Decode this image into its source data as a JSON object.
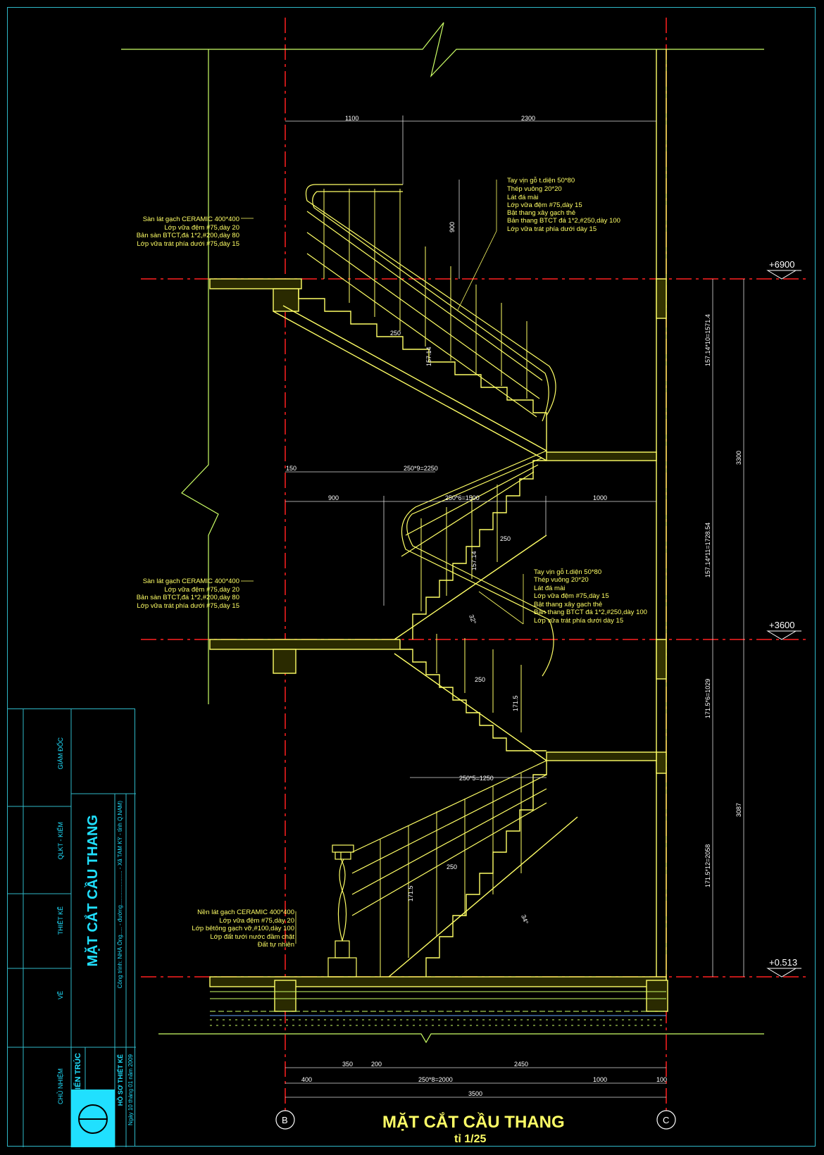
{
  "drawing": {
    "title": "MẶT CẮT CẦU THANG",
    "scale": "tỉ 1/25",
    "grid_left": "B",
    "grid_right": "C"
  },
  "levels": {
    "top": "+6900",
    "mid": "+3600",
    "base": "+0.513"
  },
  "dims_top": {
    "left": "1100",
    "right": "2300",
    "rail_height": "900",
    "run": "250*9=2250",
    "offset": "150"
  },
  "dims_mid": {
    "left": "900",
    "center": "250*6=1500",
    "right": "1000"
  },
  "dims_step": {
    "upper_tread": "250",
    "upper_rise": "157.14",
    "mid_tread": "250",
    "mid_rise": "157.14",
    "lower_tread": "250",
    "lower_rise": "171.5",
    "bottom_tread": "250",
    "bottom_rise": "171.5",
    "low_run": "250*5=1250",
    "mid_angle": "32°",
    "low_angle": "34°"
  },
  "dims_right": {
    "d1": "157.14*10=1571.4",
    "d2": "3300",
    "d3": "157.14*11=1728.54",
    "d4": "171.5*6=1029",
    "d5": "3087",
    "d6": "171.5*12=2058"
  },
  "dims_bottom": {
    "a": "350",
    "b": "200",
    "c": "2450",
    "d": "400",
    "e": "250*8=2000",
    "f": "1000",
    "g": "100",
    "total": "3500"
  },
  "notes_top_right": [
    "Tay vịn gỗ t.diện 50*80",
    "Thép vuông 20*20",
    "Lát đá mài",
    "Lớp vữa đệm #75,dày 15",
    "Bật thang xây gạch thẻ",
    "Bản thang BTCT đá 1*2,#250,dày 100",
    "Lớp vữa trát phía dưới dày 15"
  ],
  "notes_mid_right": [
    "Tay vịn gỗ t.diện 50*80",
    "Thép vuông 20*20",
    "Lát đá mài",
    "Lớp vữa đệm #75,dày 15",
    "Bật thang xây gạch thẻ",
    "Bản thang BTCT đá 1*2,#250,dày 100",
    "Lớp vữa trát phía dưới dày 15"
  ],
  "notes_top_left": [
    "Sàn lát gạch CERAMIC 400*400",
    "Lớp vữa đệm #75,dày 20",
    "Bản sàn BTCT,đá 1*2,#200,dày 80",
    "Lớp vữa trát phía dưới #75,dày 15"
  ],
  "notes_mid_left": [
    "Sàn lát gạch CERAMIC 400*400",
    "Lớp vữa đệm #75,dày 20",
    "Bản sàn BTCT,đá 1*2,#200,dày 80",
    "Lớp vữa trát phía dưới #75,dày 15"
  ],
  "notes_bottom_left": [
    "Nền lát gạch CERAMIC 400*400",
    "Lớp vữa đệm #75,dày 20",
    "Lớp bêtông gạch vỡ,#100,dày 100",
    "Lớp đất tưới nước đầm chặt",
    "Đất tự nhiên"
  ],
  "title_block": {
    "sheet_title": "MẶT CẮT CẦU THANG",
    "project": "Công trình: NHÀ Ông.....  - đường......................  - Xã TAM KỲ - tỉnh Q.NAM)",
    "date": "Ngày 10 tháng 01 năm 2009",
    "type": "HỒ SƠ THIẾT KẾ",
    "discipline": "KIẾN TRÚC",
    "roles": [
      "GIÁM ĐỐC",
      "QLKT - KIỂM",
      "THIẾT KẾ",
      "VẼ",
      "CHỦ NHIỆM"
    ]
  },
  "colors": {
    "line": "#ffff66",
    "text": "#ffffff",
    "axis": "#ff2020",
    "frame": "#2fb8c8",
    "title": "#20e0ff"
  }
}
